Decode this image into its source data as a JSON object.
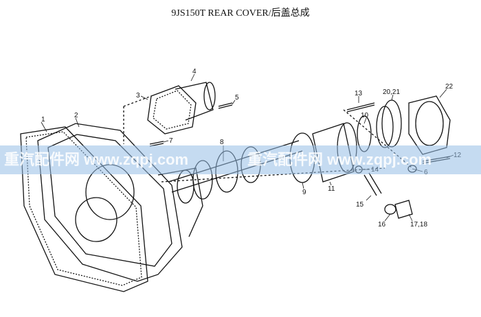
{
  "title": "9JS150T REAR COVER/后盖总成",
  "watermark": {
    "text_left": "重汽配件网 www.zqpj.com",
    "text_right": "重汽配件网 www.zqpj.com"
  },
  "callouts": [
    "1",
    "2",
    "3",
    "4",
    "5",
    "6",
    "7",
    "8",
    "9",
    "10",
    "11",
    "12",
    "13",
    "14",
    "15",
    "16",
    "17,18",
    "20,21",
    "22"
  ],
  "colors": {
    "line": "#111111",
    "band": "#9cc0e6"
  }
}
